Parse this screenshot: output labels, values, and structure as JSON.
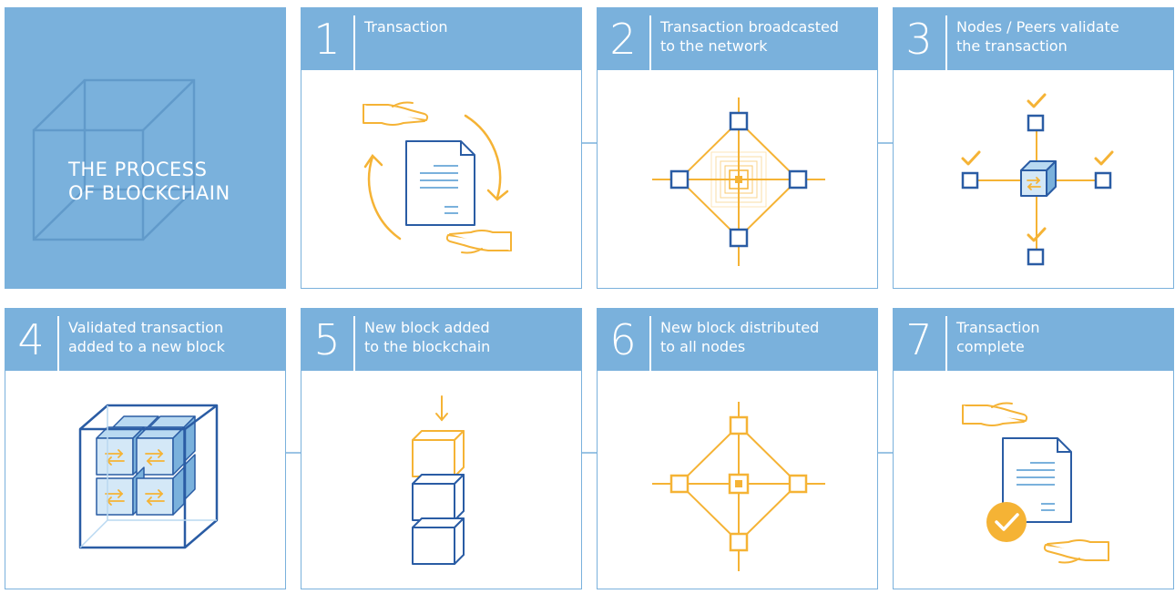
{
  "title": {
    "line1": "THE PROCESS",
    "line2": "OF BLOCKCHAIN"
  },
  "steps": [
    {
      "number": "1",
      "label": "Transaction",
      "icon": "hands-document-cycle-icon"
    },
    {
      "number": "2",
      "label": "Transaction broadcasted\nto the network",
      "icon": "network-broadcast-icon"
    },
    {
      "number": "3",
      "label": "Nodes / Peers validate\nthe transaction",
      "icon": "nodes-validate-icon"
    },
    {
      "number": "4",
      "label": "Validated transaction\nadded to a new block",
      "icon": "cube-of-blocks-icon"
    },
    {
      "number": "5",
      "label": "New block added\nto the blockchain",
      "icon": "stacked-blocks-icon"
    },
    {
      "number": "6",
      "label": "New block distributed\nto all nodes",
      "icon": "network-distributed-icon"
    },
    {
      "number": "7",
      "label": "Transaction\ncomplete",
      "icon": "document-complete-icon"
    }
  ],
  "colors": {
    "header_blue": "#7ab1dc",
    "node_blue": "#2a5ca4",
    "accent_orange": "#f5b335",
    "light_blue_fill": "#b9d9f1"
  }
}
